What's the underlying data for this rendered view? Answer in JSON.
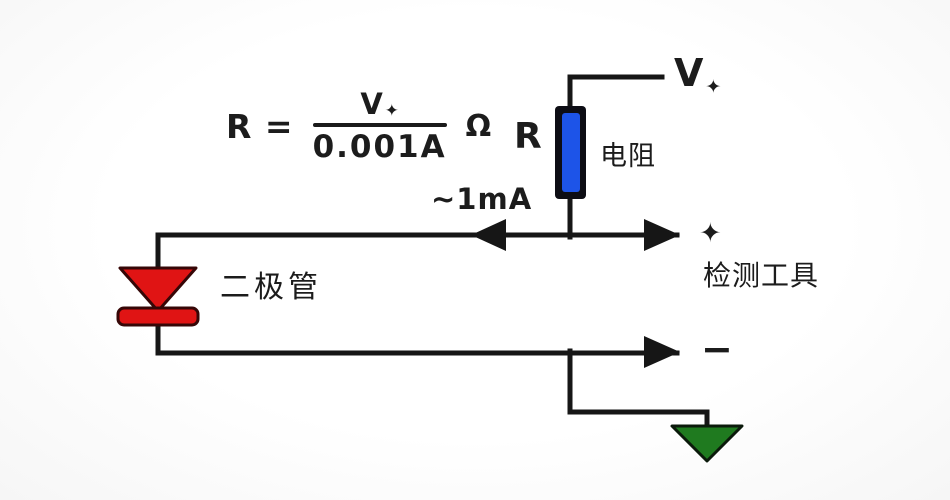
{
  "colors": {
    "background": "#fbfbfb",
    "wire": "#161616",
    "text": "#1c1c1c",
    "resistor_fill": "#1d54e8",
    "resistor_border": "#0d0d14",
    "diode_fill": "#e01414",
    "diode_border": "#360707",
    "ground_fill": "#1f7a1f",
    "ground_border": "#0b1a0b"
  },
  "formula": {
    "lhs": "R =",
    "numerator_v": "V",
    "numerator_star": "✦",
    "denominator": "0.001A",
    "unit": "Ω"
  },
  "supply": {
    "v": "V",
    "star": "✦"
  },
  "resistor": {
    "symbol": "R",
    "label": "电阻"
  },
  "current_label": "~1mA",
  "diode": {
    "label": "二极管"
  },
  "tester": {
    "label": "检测工具",
    "plus": "✦",
    "minus": "−"
  }
}
